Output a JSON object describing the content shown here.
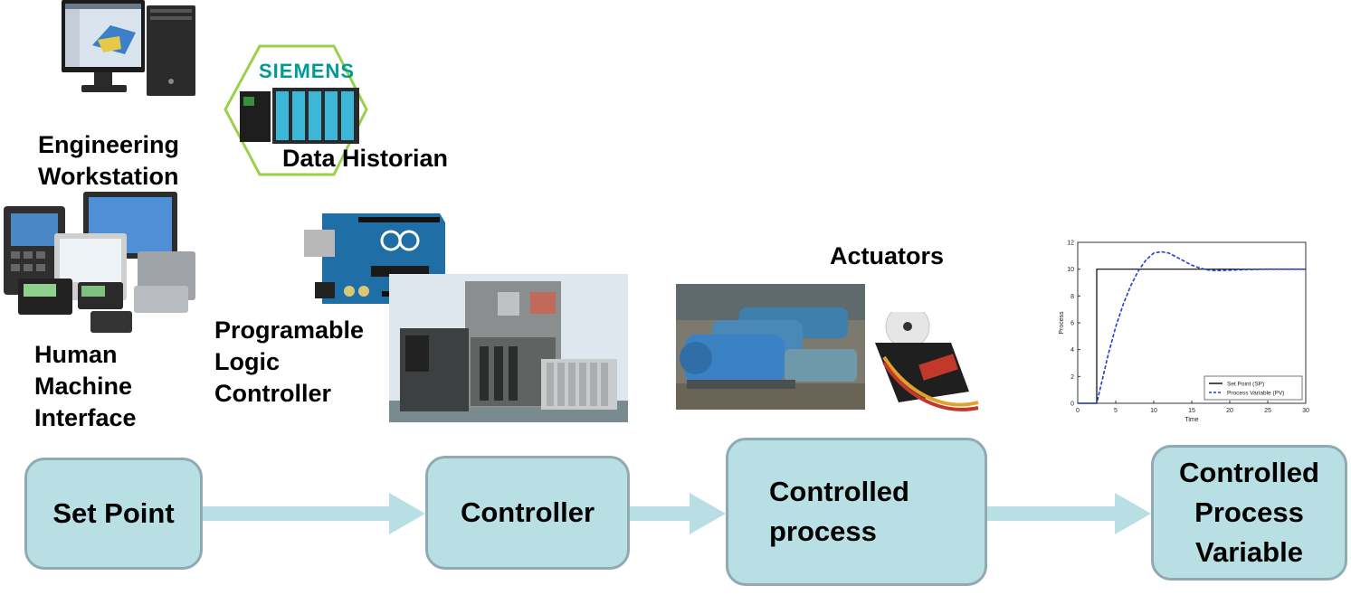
{
  "labels": {
    "engineering_workstation": [
      "Engineering",
      "Workstation"
    ],
    "data_historian": "Data Historian",
    "siemens_logo": "SIEMENS",
    "hmi": [
      "Human",
      "Machine",
      "Interface"
    ],
    "plc": [
      "Programable",
      "Logic",
      "Controller"
    ],
    "actuators": "Actuators"
  },
  "flow": {
    "set_point": "Set Point",
    "controller": "Controller",
    "controlled_process": [
      "Controlled",
      "process"
    ],
    "controlled_process_variable": [
      "Controlled",
      "Process",
      "Variable"
    ]
  },
  "colors": {
    "box_fill": "#b8dfe3",
    "box_border": "#8faab0",
    "arrow": "#b8dfe3",
    "pv_line": "#1f3fd6",
    "sp_line": "#000000"
  },
  "chart_data": {
    "type": "line",
    "title": "",
    "xlabel": "Time",
    "ylabel": "Process",
    "xlim": [
      0,
      30
    ],
    "ylim": [
      0,
      12
    ],
    "xticks": [
      0,
      5,
      10,
      15,
      20,
      25,
      30
    ],
    "yticks": [
      0,
      2,
      4,
      6,
      8,
      10,
      12
    ],
    "legend_position": "bottom-right",
    "series": [
      {
        "name": "Set Point (SP)",
        "style": "solid",
        "color": "#000000",
        "x": [
          0,
          2.5,
          2.5,
          30
        ],
        "y": [
          0,
          0,
          10,
          10
        ]
      },
      {
        "name": "Process Variable (PV)",
        "style": "dashed",
        "color": "#1f3fd6",
        "x": [
          0,
          2.5,
          3,
          4,
          5,
          6,
          7,
          8,
          9,
          10,
          11,
          12,
          13,
          14,
          15,
          16,
          17,
          18,
          19,
          20,
          22,
          25,
          30
        ],
        "y": [
          0,
          0,
          1.2,
          3.6,
          5.7,
          7.4,
          8.8,
          9.9,
          10.7,
          11.2,
          11.3,
          11.2,
          10.9,
          10.6,
          10.3,
          10.1,
          9.95,
          9.9,
          9.9,
          9.92,
          9.97,
          10.0,
          10.0
        ]
      }
    ]
  }
}
